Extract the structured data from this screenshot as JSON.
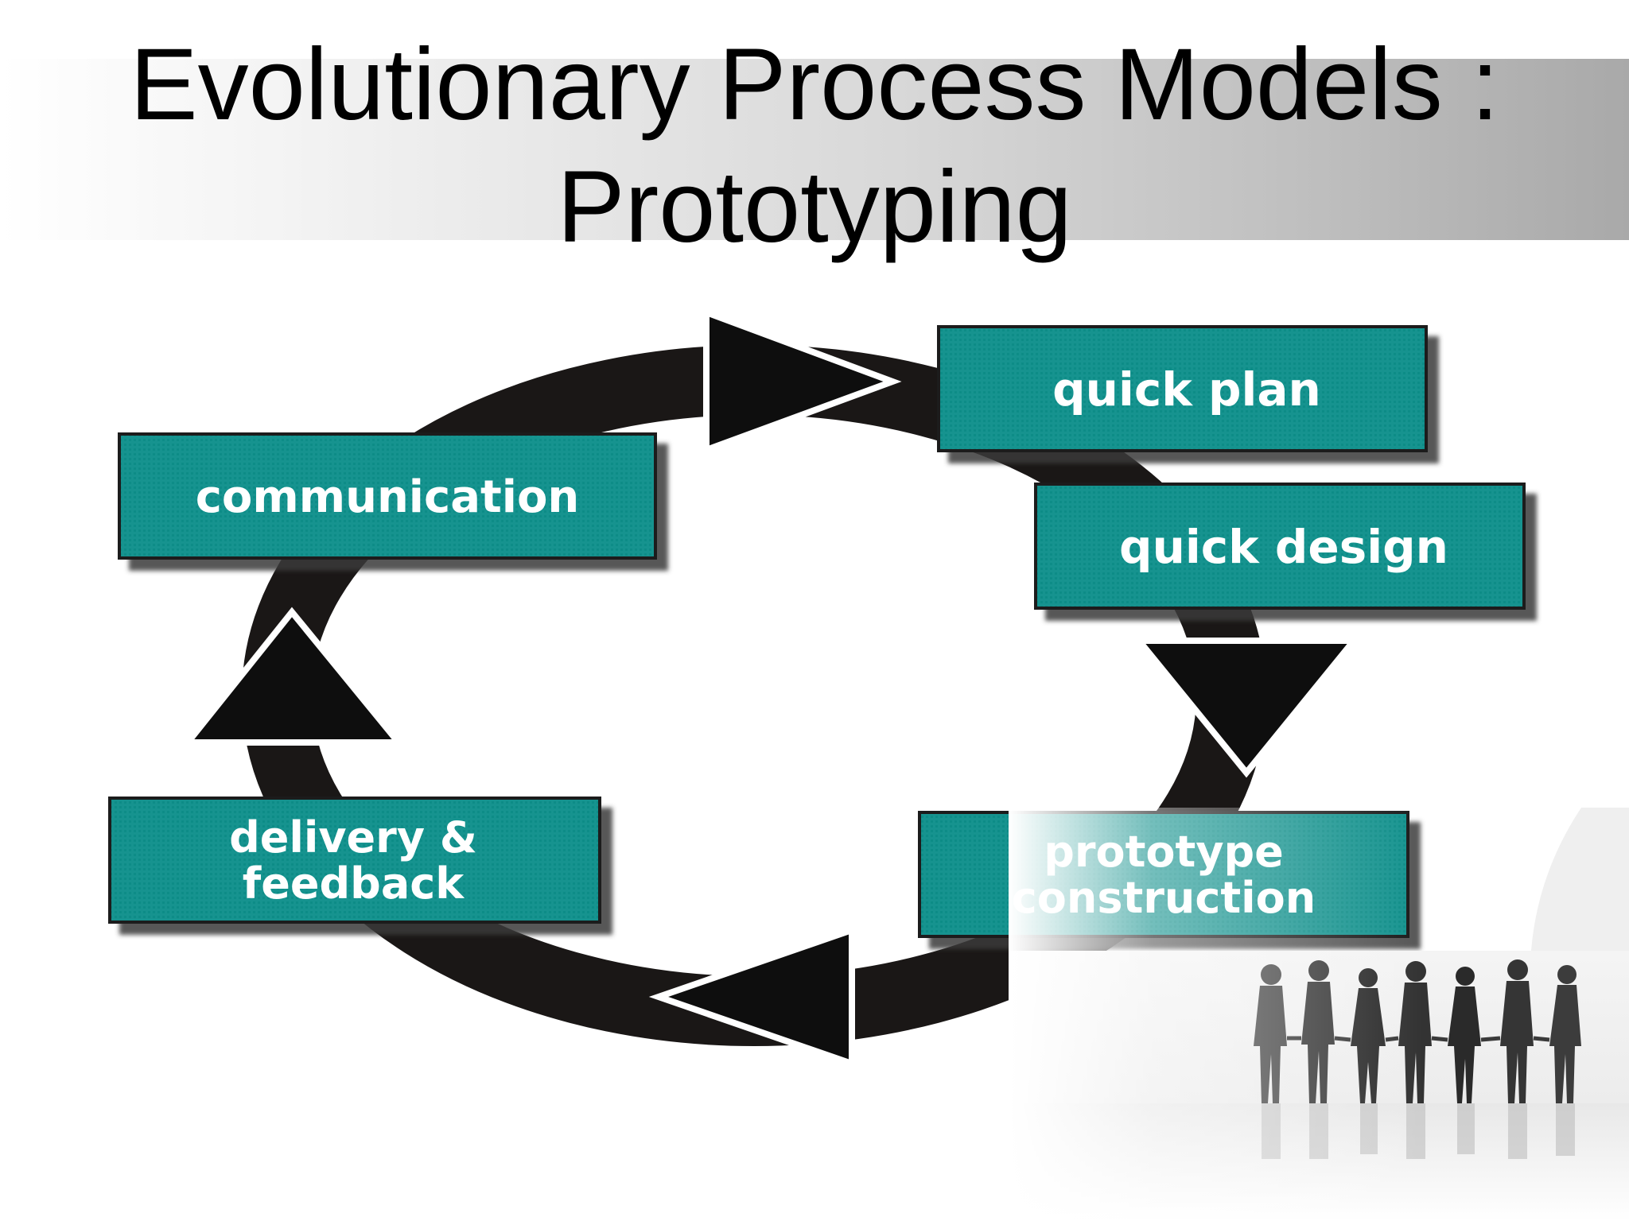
{
  "slide": {
    "title_line1": "Evolutionary Process Models :",
    "title_line2": "Prototyping"
  },
  "diagram": {
    "type": "cycle",
    "steps": [
      "communication",
      "quick plan",
      "quick design",
      "prototype construction",
      "delivery & feedback"
    ],
    "labels": {
      "communication": "communication",
      "quick_plan": "quick plan",
      "quick_design": "quick design",
      "prototype_line1": "prototype",
      "prototype_line2": "construction",
      "delivery_line1": "delivery &",
      "delivery_line2": "feedback"
    },
    "colors": {
      "box_fill": "#13938f",
      "box_shadow": "#3a3a3a",
      "ring": "#1a1716",
      "arrow": "#0e0e0e",
      "text": "#ffffff"
    },
    "icons": [
      "arrow-right-icon",
      "arrow-down-icon",
      "arrow-left-icon",
      "arrow-up-icon"
    ]
  },
  "decor": {
    "image": "business-people-holding-hands"
  }
}
